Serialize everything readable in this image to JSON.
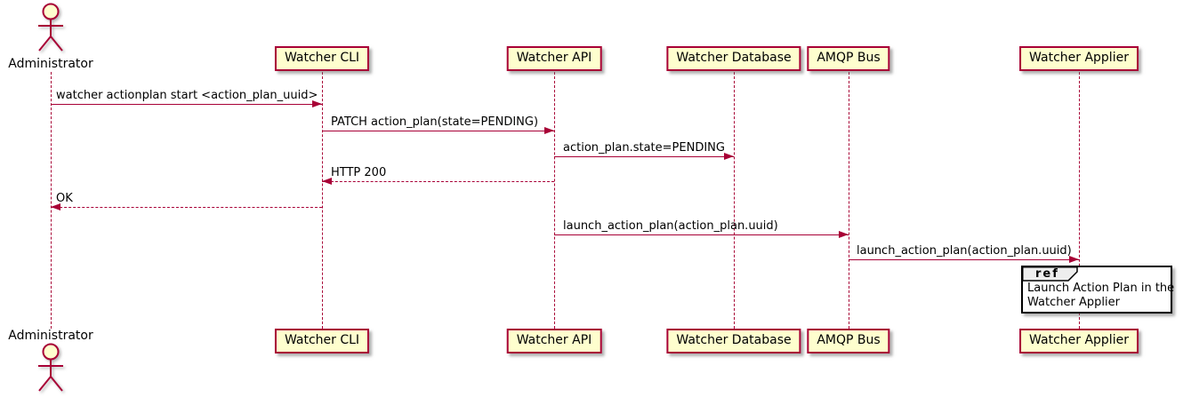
{
  "diagram": {
    "type": "sequence",
    "actor": {
      "name": "Administrator"
    },
    "participants": [
      {
        "name": "Watcher CLI"
      },
      {
        "name": "Watcher API"
      },
      {
        "name": "Watcher Database"
      },
      {
        "name": "AMQP Bus"
      },
      {
        "name": "Watcher Applier"
      }
    ],
    "messages": [
      {
        "label": "watcher actionplan start <action_plan_uuid>",
        "from": "Administrator",
        "to": "Watcher CLI",
        "style": "solid"
      },
      {
        "label": "PATCH action_plan(state=PENDING)",
        "from": "Watcher CLI",
        "to": "Watcher API",
        "style": "solid"
      },
      {
        "label": "action_plan.state=PENDING",
        "from": "Watcher API",
        "to": "Watcher Database",
        "style": "solid"
      },
      {
        "label": "HTTP 200",
        "from": "Watcher API",
        "to": "Watcher CLI",
        "style": "dashed"
      },
      {
        "label": "OK",
        "from": "Watcher CLI",
        "to": "Administrator",
        "style": "dashed"
      },
      {
        "label": "launch_action_plan(action_plan.uuid)",
        "from": "Watcher API",
        "to": "AMQP Bus",
        "style": "solid"
      },
      {
        "label": "launch_action_plan(action_plan.uuid)",
        "from": "AMQP Bus",
        "to": "Watcher Applier",
        "style": "solid"
      }
    ],
    "ref": {
      "keyword": "ref",
      "line1": "Launch Action Plan in the",
      "line2": "Watcher Applier"
    },
    "colors": {
      "participant_fill": "#FEFECE",
      "participant_border": "#A80036",
      "line": "#A80036",
      "text": "#000000",
      "ref_border": "#000000",
      "ref_tab_fill": "#EEEEEE",
      "background": "#FFFFFF"
    }
  }
}
